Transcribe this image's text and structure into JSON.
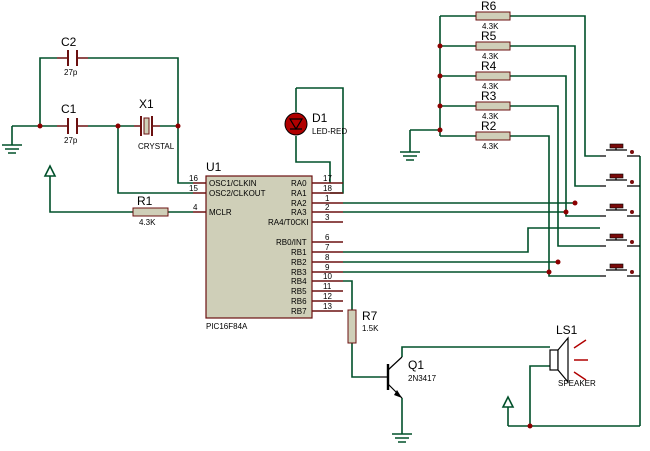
{
  "components": {
    "u1": {
      "ref": "U1",
      "part": "PIC16F84A"
    },
    "c1": {
      "ref": "C1",
      "value": "27p"
    },
    "c2": {
      "ref": "C2",
      "value": "27p"
    },
    "x1": {
      "ref": "X1",
      "value": "CRYSTAL"
    },
    "r1": {
      "ref": "R1",
      "value": "4.3K"
    },
    "r2": {
      "ref": "R2",
      "value": "4.3K"
    },
    "r3": {
      "ref": "R3",
      "value": "4.3K"
    },
    "r4": {
      "ref": "R4",
      "value": "4.3K"
    },
    "r5": {
      "ref": "R5",
      "value": "4.3K"
    },
    "r6": {
      "ref": "R6",
      "value": "4.3K"
    },
    "r7": {
      "ref": "R7",
      "value": "1.5K"
    },
    "d1": {
      "ref": "D1",
      "value": "LED-RED"
    },
    "q1": {
      "ref": "Q1",
      "value": "2N3417"
    },
    "ls1": {
      "ref": "LS1",
      "value": "SPEAKER"
    }
  },
  "u1_pins_left": [
    {
      "num": "16",
      "name": "OSC1/CLKIN"
    },
    {
      "num": "15",
      "name": "OSC2/CLKOUT"
    },
    {
      "num": "4",
      "name": "MCLR"
    }
  ],
  "u1_pins_right": [
    {
      "num": "17",
      "name": "RA0"
    },
    {
      "num": "18",
      "name": "RA1"
    },
    {
      "num": "1",
      "name": "RA2"
    },
    {
      "num": "2",
      "name": "RA3"
    },
    {
      "num": "3",
      "name": "RA4/T0CKI"
    },
    {
      "num": "6",
      "name": "RB0/INT"
    },
    {
      "num": "7",
      "name": "RB1"
    },
    {
      "num": "8",
      "name": "RB2"
    },
    {
      "num": "9",
      "name": "RB3"
    },
    {
      "num": "10",
      "name": "RB4"
    },
    {
      "num": "11",
      "name": "RB5"
    },
    {
      "num": "12",
      "name": "RB6"
    },
    {
      "num": "13",
      "name": "RB7"
    }
  ]
}
